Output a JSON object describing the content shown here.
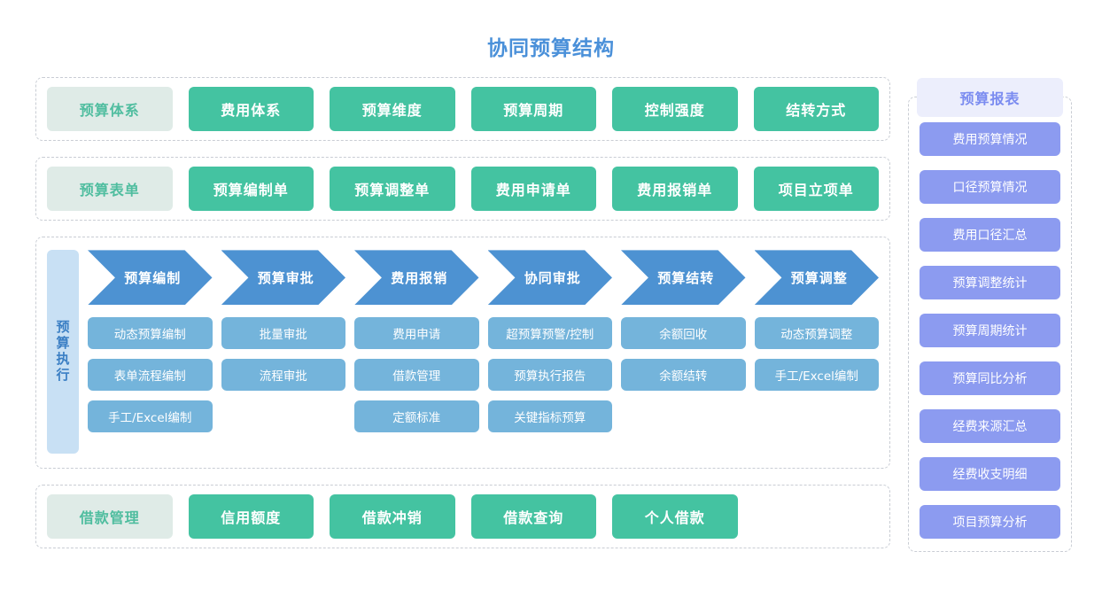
{
  "page": {
    "title": "协同预算结构",
    "title_color": "#4a90d9"
  },
  "colors": {
    "green": "#44c3a1",
    "green_light": "#dfebe7",
    "green_text": "#4fbd9f",
    "arrow_blue": "#4d92d2",
    "cell_blue": "#74b4db",
    "vlabel_blue": "#c8e0f4",
    "sidebar_purple": "#8c9bf0",
    "sidebar_header_bg": "#eceefc",
    "sidebar_header_text": "#7b8cf0",
    "dashed_border": "#c9cdd4"
  },
  "rows": [
    {
      "name": "budget-system-row",
      "label": "预算体系",
      "items": [
        "费用体系",
        "预算维度",
        "预算周期",
        "控制强度",
        "结转方式"
      ]
    },
    {
      "name": "budget-form-row",
      "label": "预算表单",
      "items": [
        "预算编制单",
        "预算调整单",
        "费用申请单",
        "费用报销单",
        "项目立项单"
      ]
    }
  ],
  "process": {
    "vertical_label": "预算执行",
    "columns": [
      {
        "arrow": "预算编制",
        "cells": [
          "动态预算编制",
          "表单流程编制",
          "手工/Excel编制"
        ]
      },
      {
        "arrow": "预算审批",
        "cells": [
          "批量审批",
          "流程审批",
          ""
        ]
      },
      {
        "arrow": "费用报销",
        "cells": [
          "费用申请",
          "借款管理",
          "定额标准"
        ]
      },
      {
        "arrow": "协同审批",
        "cells": [
          "超预算预警/控制",
          "预算执行报告",
          "关键指标预算"
        ]
      },
      {
        "arrow": "预算结转",
        "cells": [
          "余额回收",
          "余额结转",
          ""
        ]
      },
      {
        "arrow": "预算调整",
        "cells": [
          "动态预算调整",
          "手工/Excel编制",
          ""
        ]
      }
    ]
  },
  "bottom_row": {
    "name": "loan-management-row",
    "label": "借款管理",
    "items": [
      "信用额度",
      "借款冲销",
      "借款查询",
      "个人借款",
      ""
    ]
  },
  "sidebar": {
    "header": "预算报表",
    "items": [
      "费用预算情况",
      "口径预算情况",
      "费用口径汇总",
      "预算调整统计",
      "预算周期统计",
      "预算同比分析",
      "经费来源汇总",
      "经费收支明细",
      "项目预算分析"
    ]
  }
}
